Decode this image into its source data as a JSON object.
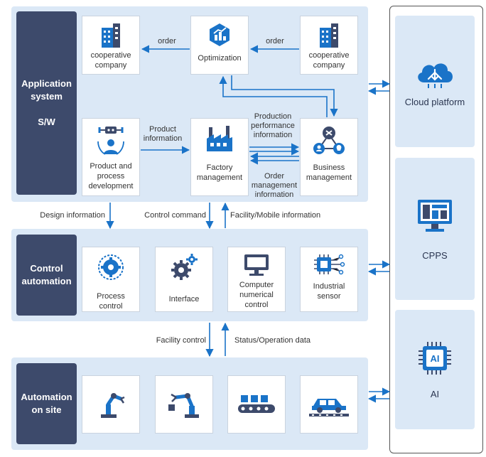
{
  "layers": {
    "application": {
      "title": "Application\nsystem\n\nS/W"
    },
    "control": {
      "title": "Control\nautomation"
    },
    "onsite": {
      "title": "Automation\non site"
    }
  },
  "application_cards": {
    "coop_left": "cooperative\ncompany",
    "optimization": "Optimization",
    "coop_right": "cooperative\ncompany",
    "product_dev": "Product and\nprocess\ndevelopment",
    "factory_mgmt": "Factory\nmanagement",
    "business_mgmt": "Business\nmanagement"
  },
  "control_cards": {
    "process_control": "Process\ncontrol",
    "interface": "Interface",
    "cnc": "Computer\nnumerical\ncontrol",
    "sensor": "Industrial\nsensor"
  },
  "flow_labels": {
    "order_left": "order",
    "order_right": "order",
    "product_information": "Product\ninformation",
    "production_performance": "Production\nperformance\ninformation",
    "order_management": "Order\nmanagement\ninformation",
    "design_information": "Design information",
    "control_command": "Control command",
    "facility_mobile": "Facility/Mobile information",
    "facility_control": "Facility control",
    "status_operation": "Status/Operation data"
  },
  "platforms": {
    "cloud": "Cloud platform",
    "cpps": "CPPS",
    "ai": "AI"
  },
  "icons": {
    "coop_left": "office-building-icon",
    "optimization": "optimization-chart-icon",
    "coop_right": "office-building-icon",
    "product_dev": "engineer-robot-icon",
    "factory_mgmt": "factory-icon",
    "business_mgmt": "business-network-icon",
    "process_control": "process-gear-icon",
    "interface": "gears-icon",
    "cnc": "monitor-icon",
    "sensor": "chip-sensor-icon",
    "robot_arm_1": "robot-arm-icon",
    "robot_arm_2": "robot-arm-icon",
    "conveyor": "conveyor-icon",
    "car_line": "car-assembly-icon",
    "cloud": "cloud-icon",
    "cpps": "dashboard-monitor-icon",
    "ai": "ai-chip-icon"
  },
  "colors": {
    "accent": "#1a73c8",
    "side_panel": "#3d4a6b",
    "layer_bg": "#dbe8f6",
    "icon_dark": "#3d4a6b"
  }
}
